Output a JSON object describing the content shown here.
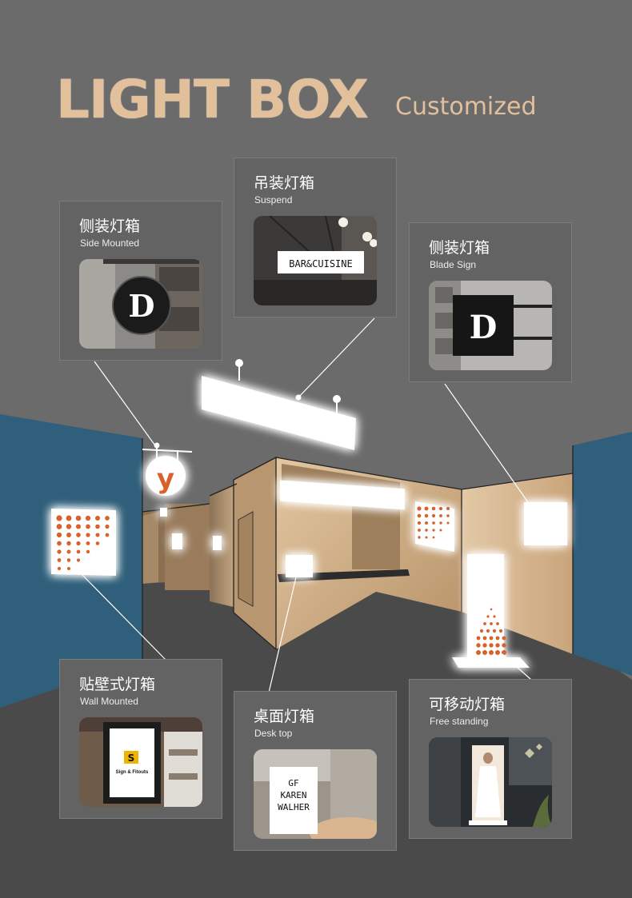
{
  "title": {
    "main": "LIGHT BOX",
    "sub": "Customized"
  },
  "cards": [
    {
      "zh": "侧装灯箱",
      "en": "Side Mounted",
      "sign_letter": "D"
    },
    {
      "zh": "吊装灯箱",
      "en": "Suspend",
      "sign_text": "BAR&CUISINE"
    },
    {
      "zh": "侧装灯箱",
      "en": "Blade Sign",
      "sign_letter": "D"
    },
    {
      "zh": "贴壁式灯箱",
      "en": "Wall Mounted",
      "sign_text": "Sign & Fitouts",
      "logo": "S"
    },
    {
      "zh": "桌面灯箱",
      "en": "Desk top",
      "sign_lines": [
        "GF",
        "KAREN",
        "WALHER"
      ]
    },
    {
      "zh": "可移动灯箱",
      "en": "Free standing"
    }
  ],
  "scene": {
    "hanging_logo": "y"
  },
  "colors": {
    "background": "#6b6b6b",
    "title": "#e2c09c",
    "wall_teal": "#2f5f7a",
    "wall_tan": "#cfb08a",
    "dot_orange": "#d9622b"
  }
}
